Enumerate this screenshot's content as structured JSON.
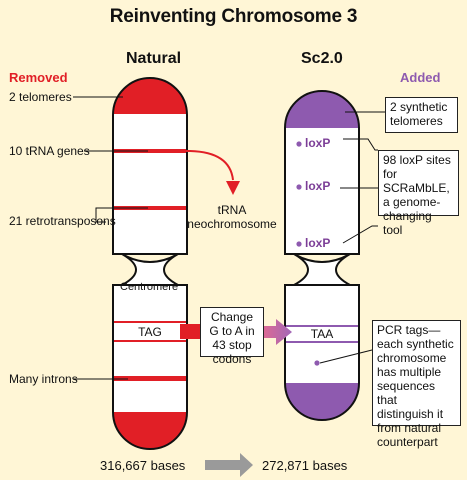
{
  "title": "Reinventing Chromosome 3",
  "columns": {
    "natural": "Natural",
    "synthetic": "Sc2.0"
  },
  "legend": {
    "removed": "Removed",
    "added": "Added"
  },
  "natural_labels": {
    "telomeres": "2 telomeres",
    "trna_genes": "10 tRNA genes",
    "retrotransposons": "21 retrotransposons",
    "introns": "Many introns"
  },
  "neochromosome": "tRNA\nneochromosome",
  "centromere": "Centromere",
  "codon_natural": "TAG",
  "codon_synthetic": "TAA",
  "change_box": "Change G to A in 43 stop codons",
  "loxp_label": "loxP",
  "synthetic_notes": {
    "telomeres": "2 synthetic telomeres",
    "loxp": "98 loxP sites for SCRaMbLE, a genome-changing tool",
    "pcr": "PCR tags—each synthetic chromosome has multiple sequences that distinguish it from natural counterpart"
  },
  "sizes": {
    "natural": "316,667 bases",
    "synthetic": "272,871 bases"
  },
  "colors": {
    "background": "#FFF6D6",
    "removed_red": "#E11F26",
    "added_purple": "#8E5AAF",
    "arrow_gray": "#9A9A9A"
  }
}
